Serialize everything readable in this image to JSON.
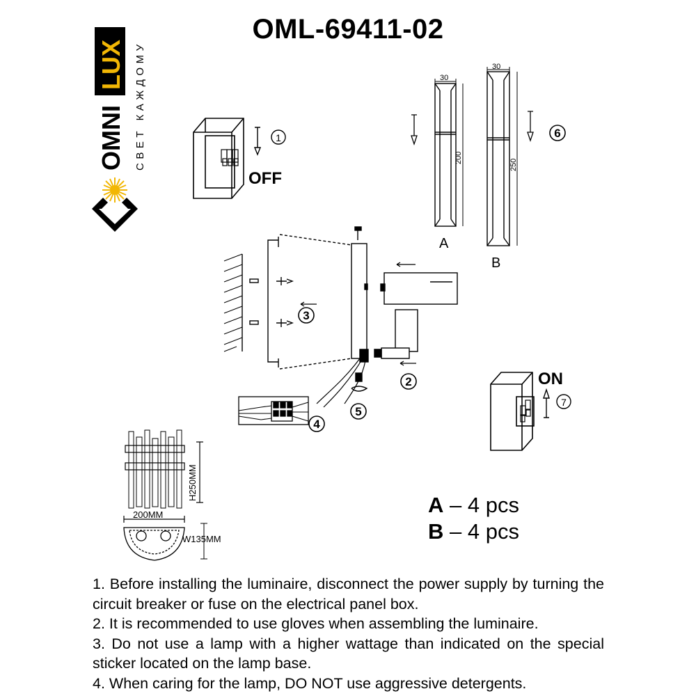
{
  "title": "OML-69411-02",
  "brand": {
    "logo_word_1": "OMNI",
    "logo_word_2": "LUX",
    "tagline": "СВЕТ КАЖДОМУ",
    "logo_accent": "#F2B705"
  },
  "steps": {
    "s1": "1",
    "s2": "2",
    "s3": "3",
    "s4": "4",
    "s5": "5",
    "s6": "6",
    "s7": "7",
    "off_label": "OFF",
    "on_label": "ON"
  },
  "parts": {
    "a_label": "A",
    "b_label": "B",
    "a_width": "30",
    "a_length": "200",
    "b_width": "30",
    "b_length": "250"
  },
  "dimensions": {
    "height": "H250MM",
    "width": "200MM",
    "depth": "W135MM"
  },
  "quantities": [
    {
      "part": "A",
      "text": "– 4 pcs"
    },
    {
      "part": "B",
      "text": "– 4 pcs"
    }
  ],
  "notes": [
    "1. Before installing the luminaire, disconnect the power supply by turning the circuit breaker or fuse on the electrical panel box.",
    "2. It is recommended to use gloves when assembling the luminaire.",
    "3. Do not use a lamp with a higher wattage than indicated on the special sticker located on the lamp base.",
    "4. When caring for the lamp, DO NOT use aggressive detergents."
  ]
}
